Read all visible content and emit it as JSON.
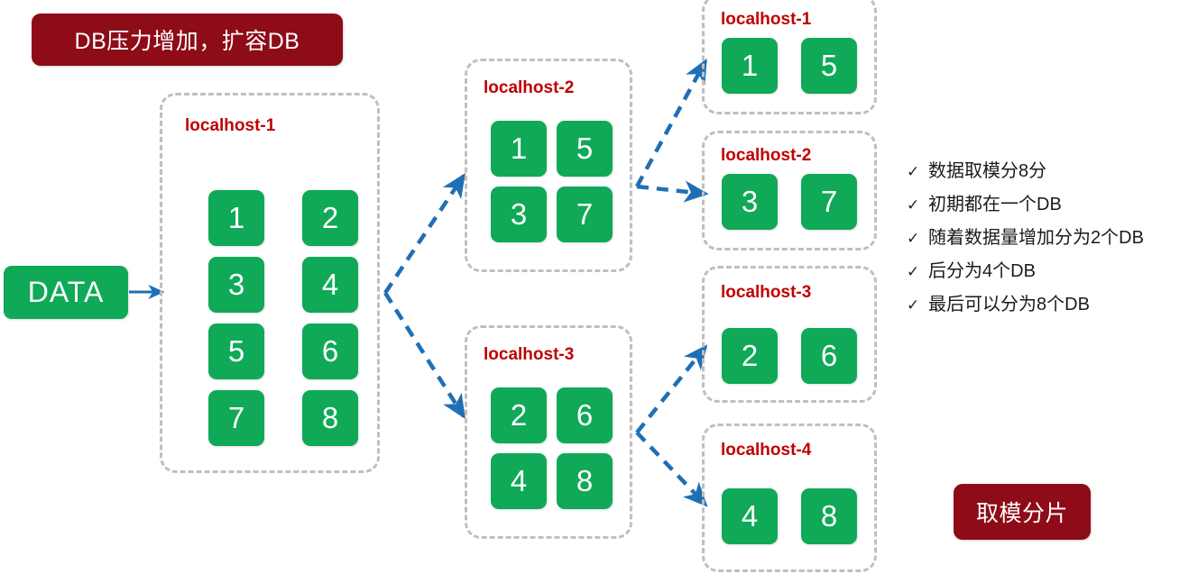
{
  "title_badge": {
    "label": "DB压力增加，扩容DB"
  },
  "modulo_badge": {
    "label": "取模分片"
  },
  "source": {
    "label": "DATA"
  },
  "colors": {
    "badge_red": "#8E0B18",
    "label_red": "#C00000",
    "tile_green": "#0FA958",
    "arrow_blue": "#1F6FB5",
    "container_gray": "#BFBFBF"
  },
  "stage1": {
    "containers": [
      {
        "label": "localhost-1",
        "tiles": [
          "1",
          "2",
          "3",
          "4",
          "5",
          "6",
          "7",
          "8"
        ]
      }
    ]
  },
  "stage2": {
    "containers": [
      {
        "label": "localhost-2",
        "tiles": [
          "1",
          "5",
          "3",
          "7"
        ]
      },
      {
        "label": "localhost-3",
        "tiles": [
          "2",
          "6",
          "4",
          "8"
        ]
      }
    ]
  },
  "stage3": {
    "containers": [
      {
        "label": "localhost-1",
        "tiles": [
          "1",
          "5"
        ]
      },
      {
        "label": "localhost-2",
        "tiles": [
          "3",
          "7"
        ]
      },
      {
        "label": "localhost-3",
        "tiles": [
          "2",
          "6"
        ]
      },
      {
        "label": "localhost-4",
        "tiles": [
          "4",
          "8"
        ]
      }
    ]
  },
  "bullets": {
    "marker": "✓",
    "items": [
      "数据取模分8分",
      "初期都在一个DB",
      "随着数据量增加分为2个DB",
      "后分为4个DB",
      "最后可以分为8个DB"
    ]
  }
}
